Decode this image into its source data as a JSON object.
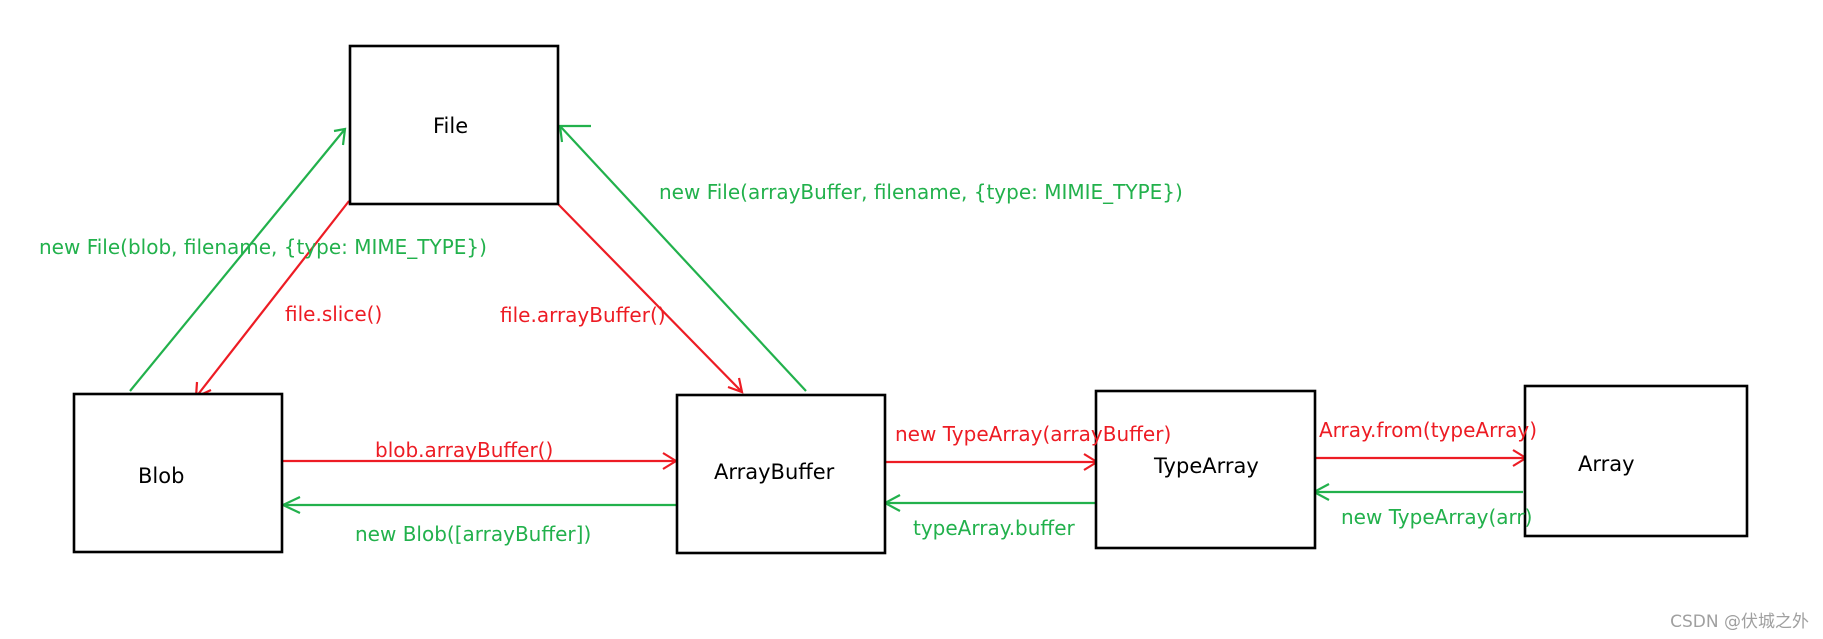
{
  "nodes": {
    "file": "File",
    "blob": "Blob",
    "arraybuffer": "ArrayBuffer",
    "typearray": "TypeArray",
    "array": "Array"
  },
  "edges": {
    "blob_to_file": "new File(blob, filename, {type: MIME_TYPE})",
    "file_to_blob": "file.slice()",
    "file_to_arraybuffer": "file.arrayBuffer()",
    "arraybuffer_to_file": "new File(arrayBuffer, filename, {type: MIMIE_TYPE})",
    "blob_to_arraybuffer": "blob.arrayBuffer()",
    "arraybuffer_to_blob": "new Blob([arrayBuffer])",
    "arraybuffer_to_typearray": "new TypeArray(arrayBuffer)",
    "typearray_to_arraybuffer": "typeArray.buffer",
    "typearray_to_array": "Array.from(typeArray)",
    "array_to_typearray": "new TypeArray(arr)"
  },
  "colors": {
    "green": "#22b14c",
    "red": "#ed1c24",
    "box_border": "#000000"
  },
  "watermark": "CSDN @伏城之外"
}
